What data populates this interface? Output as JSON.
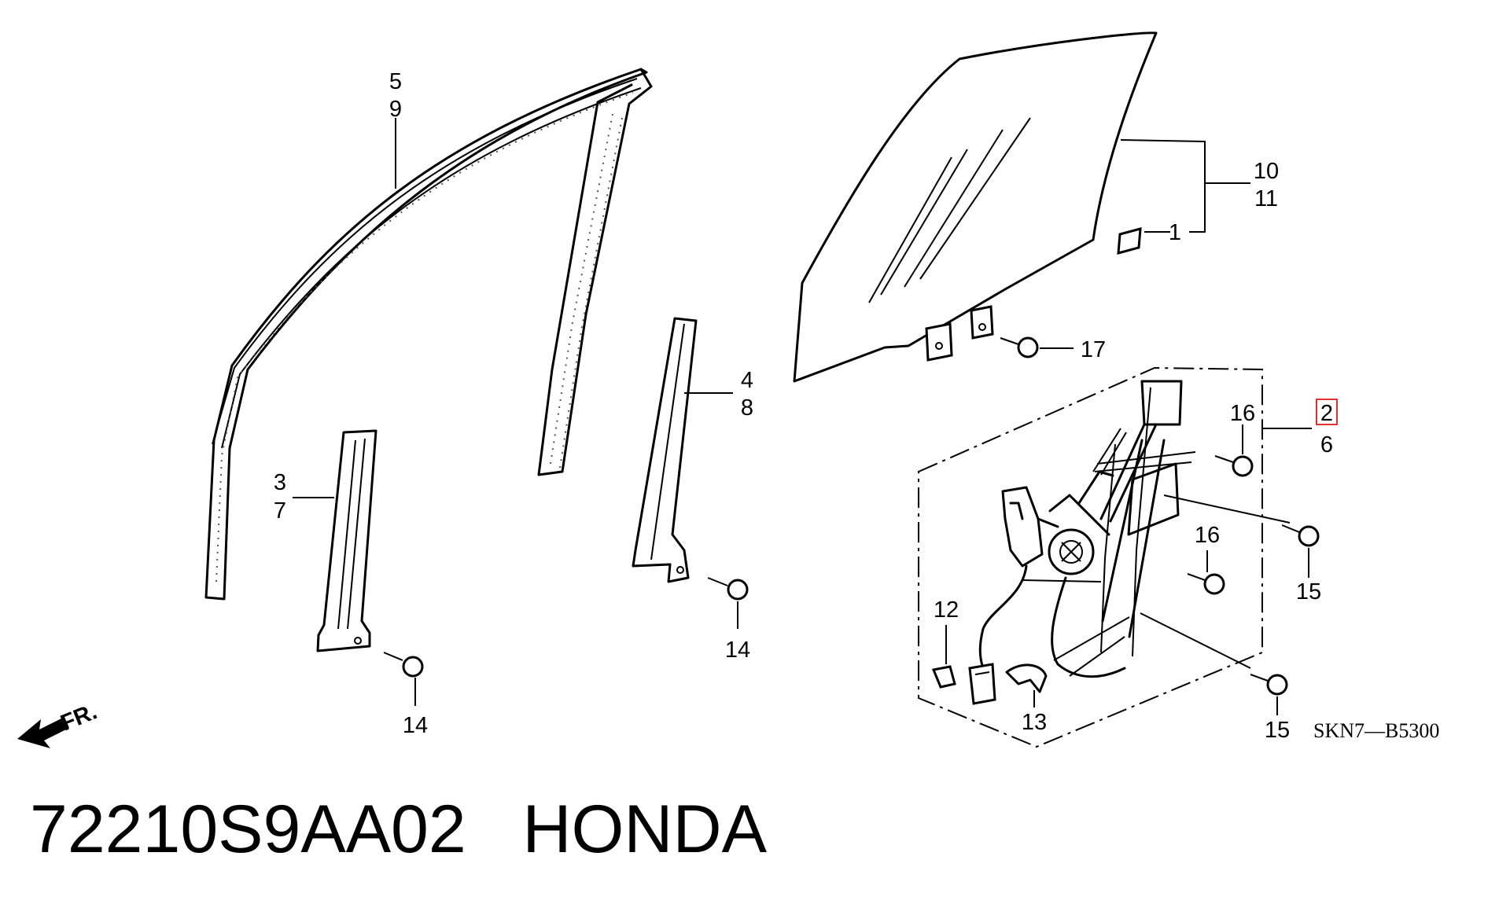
{
  "callouts": {
    "c5": "5",
    "c9": "9",
    "c3": "3",
    "c7": "7",
    "c4": "4",
    "c8": "8",
    "c14a": "14",
    "c14b": "14",
    "c10": "10",
    "c11": "11",
    "c1": "1",
    "c17": "17",
    "c16a": "16",
    "c16b": "16",
    "c2": "2",
    "c6": "6",
    "c15a": "15",
    "c15b": "15",
    "c12": "12",
    "c13": "13"
  },
  "front_marker": "FR.",
  "diagram_code": "SKN7—B5300",
  "part_title": "72210S9AA02   HONDA",
  "highlight_color": "#e03030"
}
